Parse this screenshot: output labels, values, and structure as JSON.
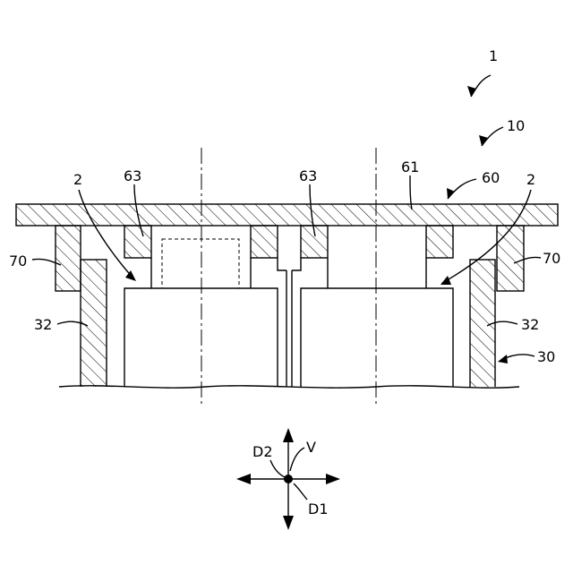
{
  "labels": {
    "assembly": "1",
    "unit": "10",
    "plate_assembly": "60",
    "plate": "61",
    "pad_left": "63",
    "pad_right": "63",
    "component_left": "2",
    "component_right": "2",
    "bracket_left": "70",
    "bracket_right": "70",
    "wall_left": "32",
    "wall_right": "32",
    "housing": "30"
  },
  "axes": {
    "vertical": "V",
    "d1": "D1",
    "d2": "D2"
  }
}
